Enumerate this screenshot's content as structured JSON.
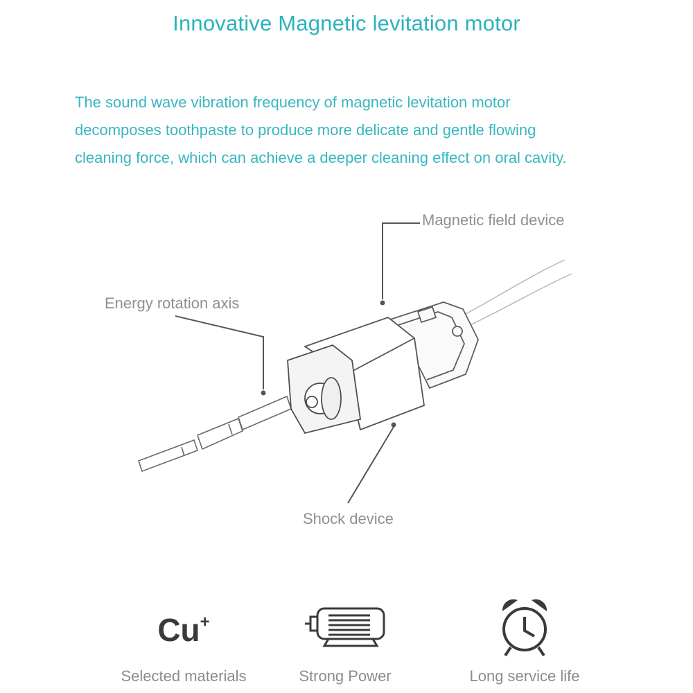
{
  "header": {
    "title": "Innovative Magnetic levitation motor"
  },
  "intro": {
    "lines": [
      "The sound wave vibration frequency of magnetic levitation motor",
      "decomposes toothpaste to produce more delicate and gentle flowing",
      "cleaning force, which can achieve a deeper cleaning effect on oral cavity."
    ]
  },
  "diagram": {
    "labels": {
      "magnetic_field": "Magnetic field device",
      "rotation_axis": "Energy rotation axis",
      "shock": "Shock device"
    }
  },
  "features": [
    {
      "icon": "copper-icon",
      "symbol": "Cu",
      "superscript": "+",
      "label": "Selected materials"
    },
    {
      "icon": "motor-icon",
      "label": "Strong Power"
    },
    {
      "icon": "alarm-clock-icon",
      "label": "Long service life"
    }
  ],
  "colors": {
    "title": "#2ab3bb",
    "intro_text": "#38b7c0",
    "label_text": "#8f8f8f",
    "icon_dark": "#3a3a3a"
  }
}
